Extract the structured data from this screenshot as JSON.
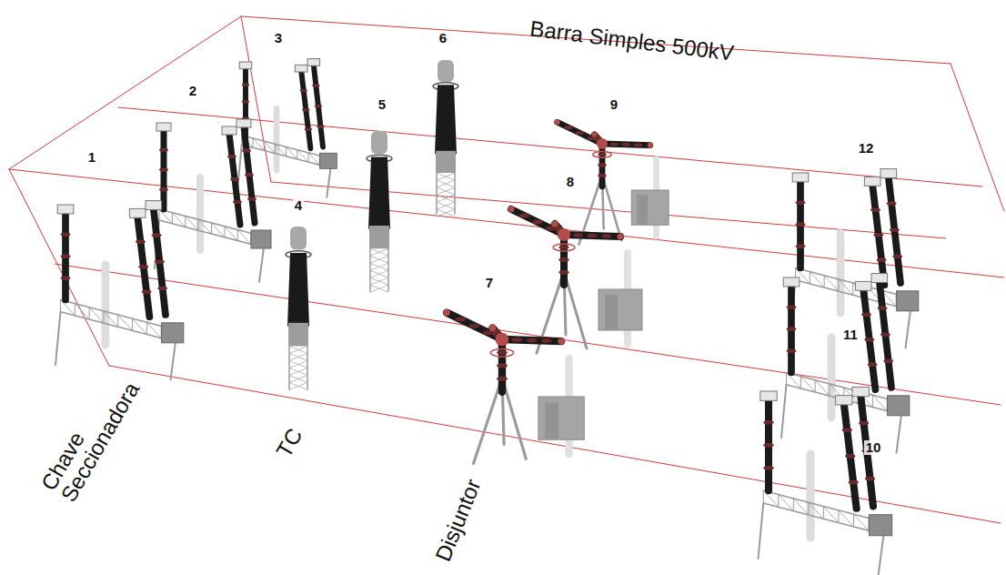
{
  "diagram": {
    "labels": [
      "Barra Simples 500kV",
      "1",
      "2",
      "3",
      "4",
      "5",
      "6",
      "7",
      "8",
      "9",
      "10",
      "11",
      "12",
      "Chave Seccionadora",
      "TC",
      "Disjuntor"
    ]
  }
}
